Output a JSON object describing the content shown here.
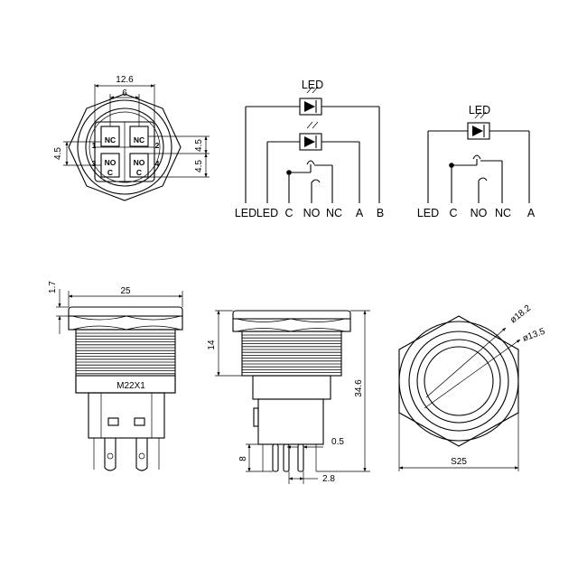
{
  "diagram": {
    "front_view": {
      "width_dim": "12.6",
      "inner_dim": "6",
      "pitch_left": "4.5",
      "pitch_right_top": "4.5",
      "pitch_right_bottom": "4.5",
      "terminals": [
        {
          "label": "NC",
          "num": "1"
        },
        {
          "label": "NC",
          "num": "2"
        },
        {
          "label": "NO",
          "num": "3"
        },
        {
          "label": "NO",
          "num": "4"
        },
        {
          "label": "C",
          "num": ""
        },
        {
          "label": "C",
          "num": ""
        }
      ]
    },
    "schematic_dual": {
      "led_label": "LED",
      "pins": [
        "LED",
        "LED",
        "C",
        "NO",
        "NC",
        "A",
        "B"
      ]
    },
    "schematic_single": {
      "led_label": "LED",
      "pins": [
        "LED",
        "C",
        "NO",
        "NC",
        "A"
      ]
    },
    "side_view": {
      "nut_thickness": "1.7",
      "width": "25",
      "thread": "M22X1"
    },
    "profile_view": {
      "panel_height": "14",
      "total_length": "34.6",
      "pin_length": "8",
      "pin_thickness": "0.5",
      "pin_pitch": "2.8"
    },
    "top_view": {
      "outer_diameter": "ø18.2",
      "inner_diameter": "ø13.5",
      "across_flats": "S25"
    }
  }
}
